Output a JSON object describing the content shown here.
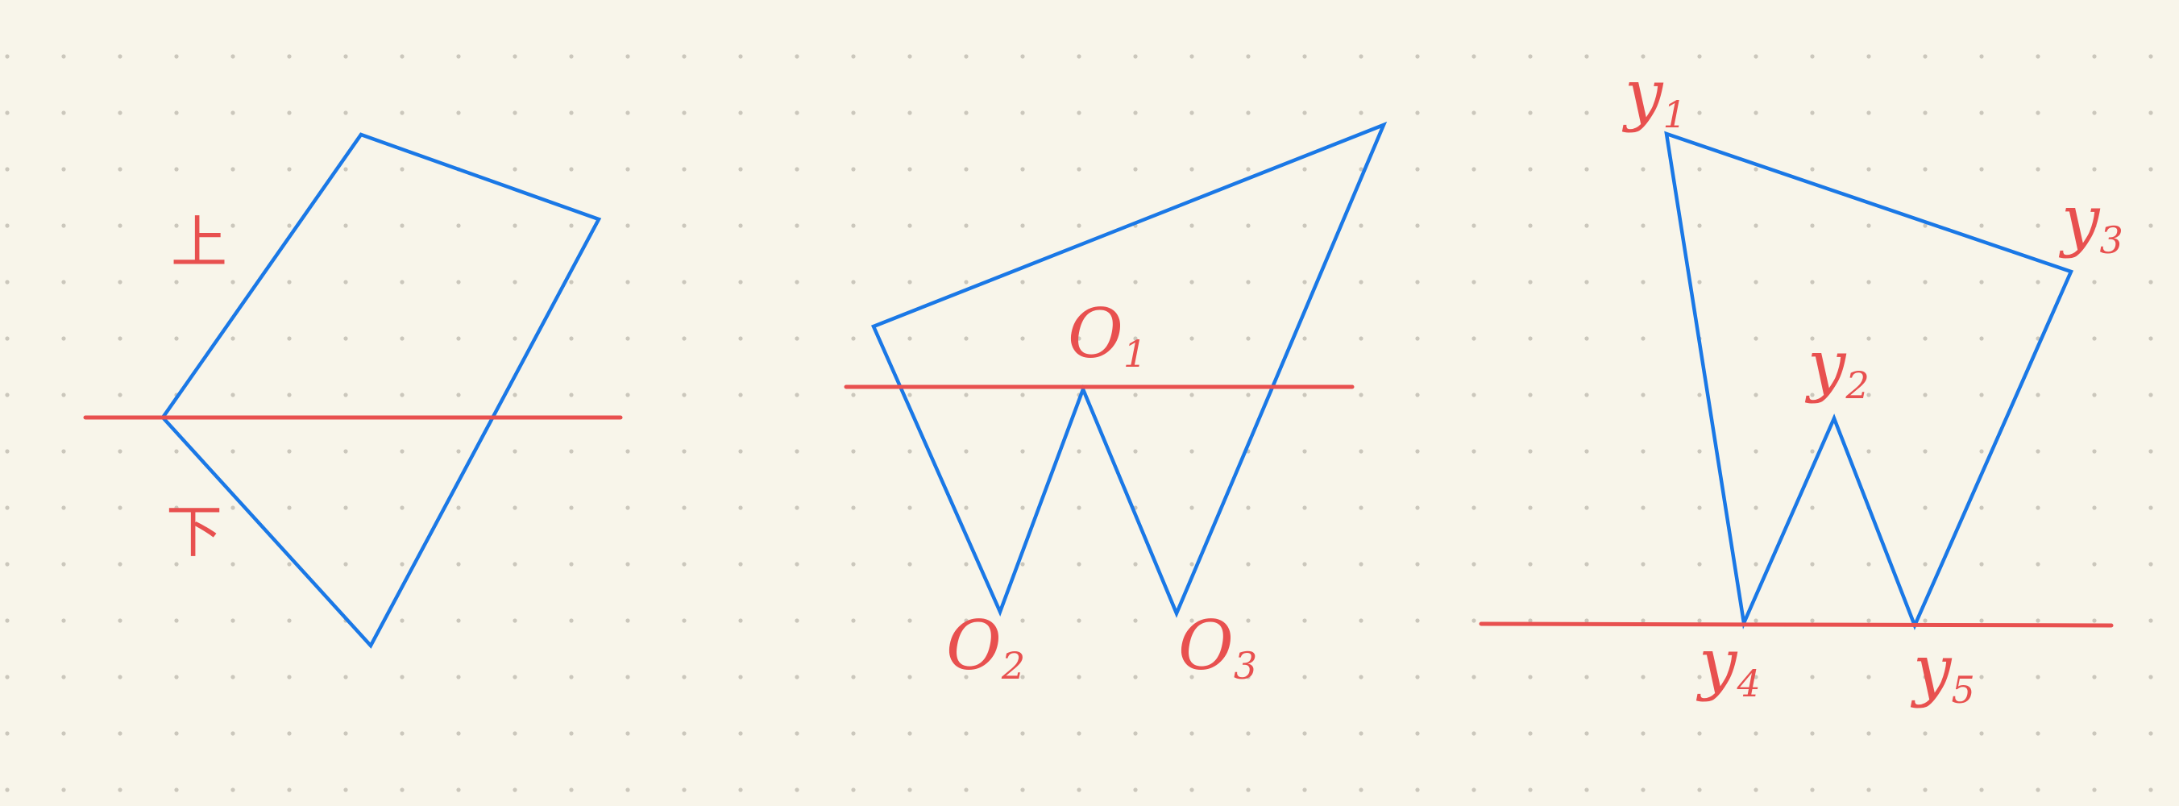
{
  "colors": {
    "background": "#f8f5ea",
    "dot": "#cbc7bc",
    "shape_stroke": "#1a78e6",
    "annotation": "#e8504f"
  },
  "figure1": {
    "label_above": "上",
    "label_below": "下"
  },
  "figure2": {
    "labels": {
      "o1": {
        "base": "O",
        "sub": "1"
      },
      "o2": {
        "base": "O",
        "sub": "2"
      },
      "o3": {
        "base": "O",
        "sub": "3"
      }
    }
  },
  "figure3": {
    "labels": {
      "y1": {
        "base": "y",
        "sub": "1"
      },
      "y2": {
        "base": "y",
        "sub": "2"
      },
      "y3": {
        "base": "y",
        "sub": "3"
      },
      "y4": {
        "base": "y",
        "sub": "4"
      },
      "y5": {
        "base": "y",
        "sub": "5"
      }
    }
  }
}
